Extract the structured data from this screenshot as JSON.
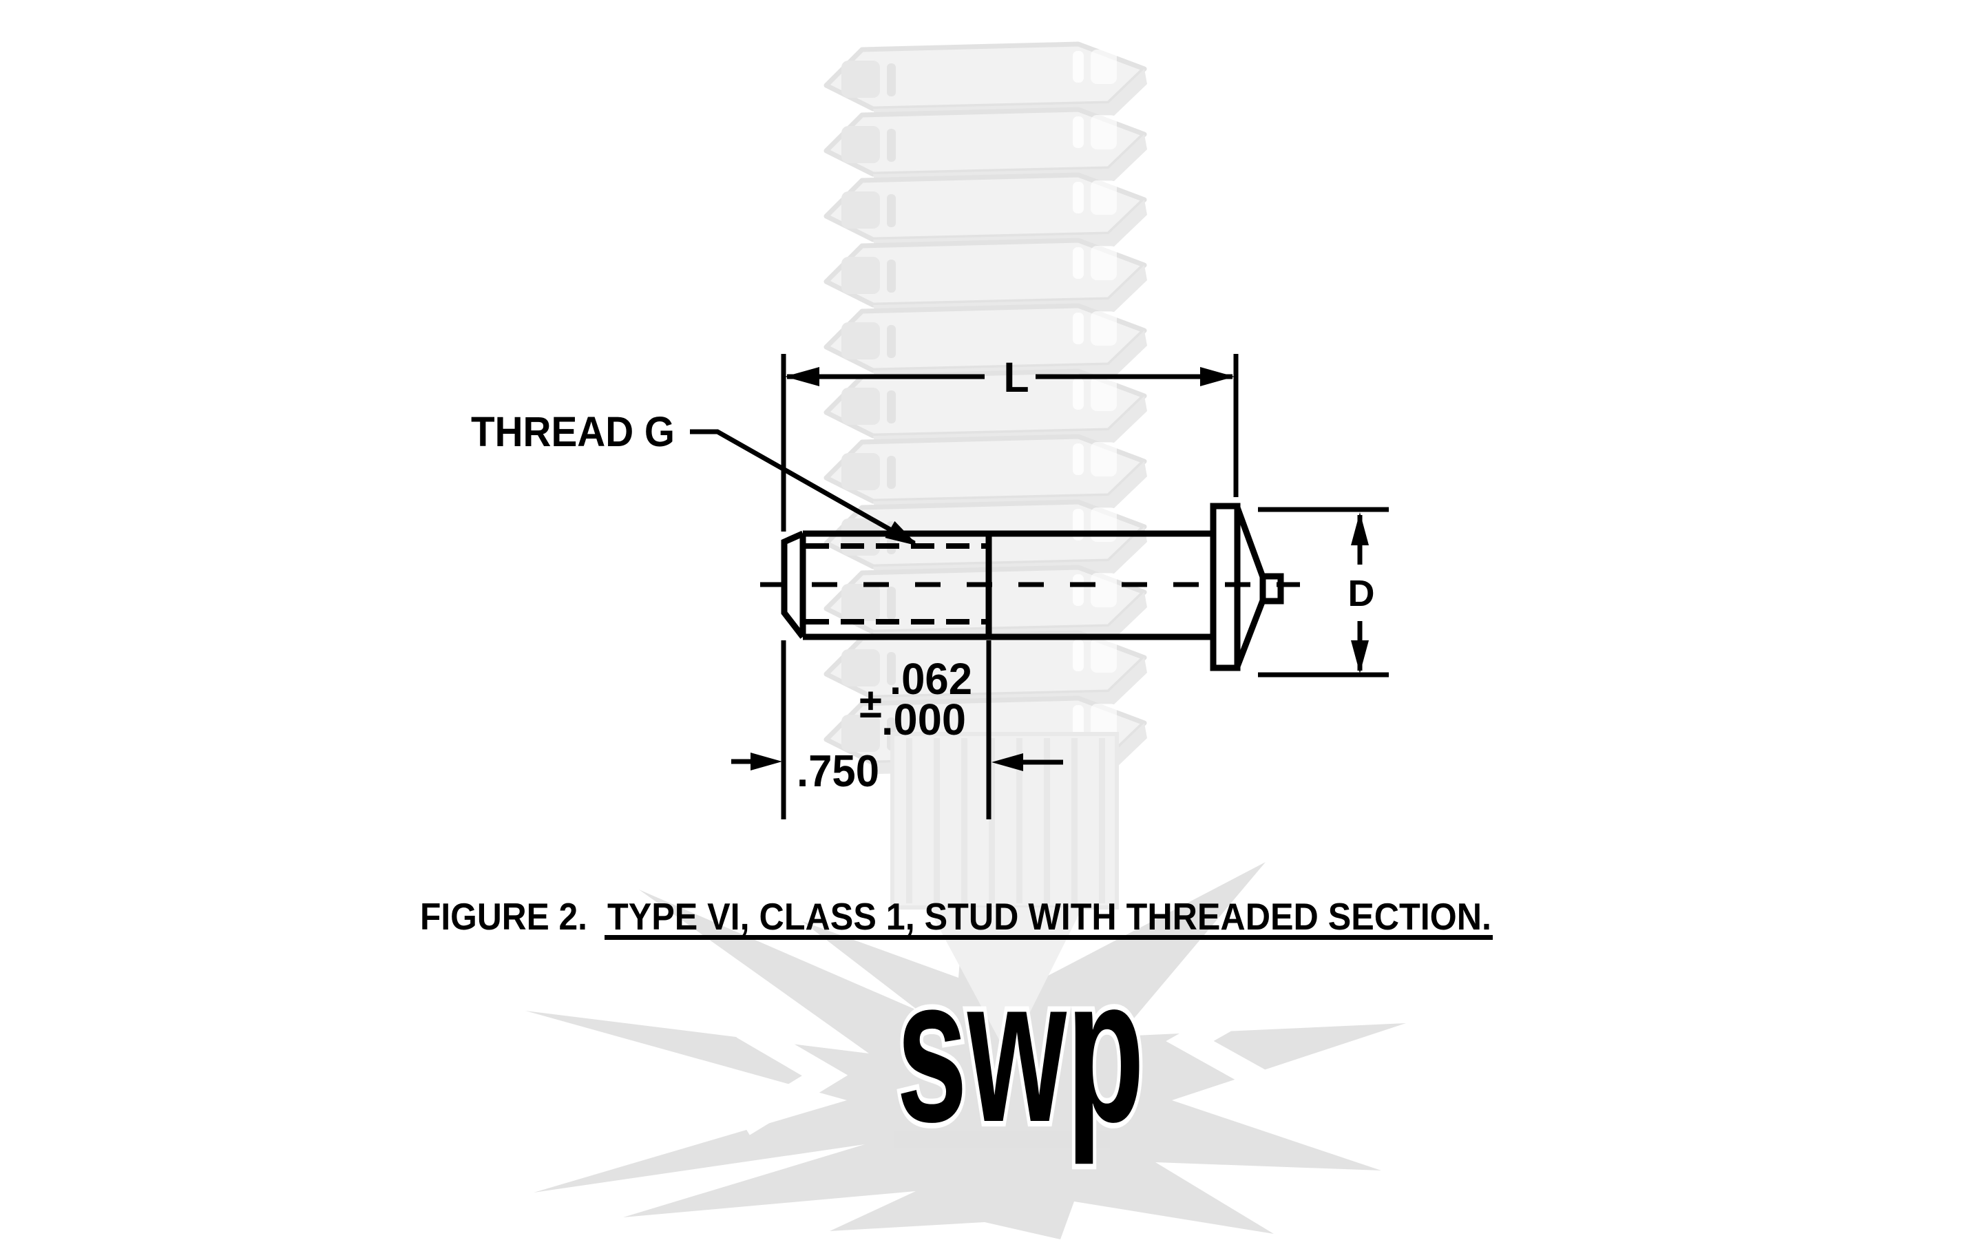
{
  "drawing": {
    "thread_callout": "THREAD G",
    "length_label": "L",
    "diameter_label": "D",
    "tolerance_upper": ".062",
    "tolerance_sign": "±",
    "tolerance_lower": ".000",
    "thread_length": ".750"
  },
  "caption": {
    "prefix": "FIGURE 2.",
    "underlined": "TYPE VI, CLASS 1, STUD WITH THREADED SECTION."
  },
  "watermark": {
    "logo_text": "swp"
  },
  "colors": {
    "line": "#000000",
    "background": "#ffffff",
    "watermark_light": "#f2f2f2",
    "watermark_mid": "#e2e2e2"
  }
}
